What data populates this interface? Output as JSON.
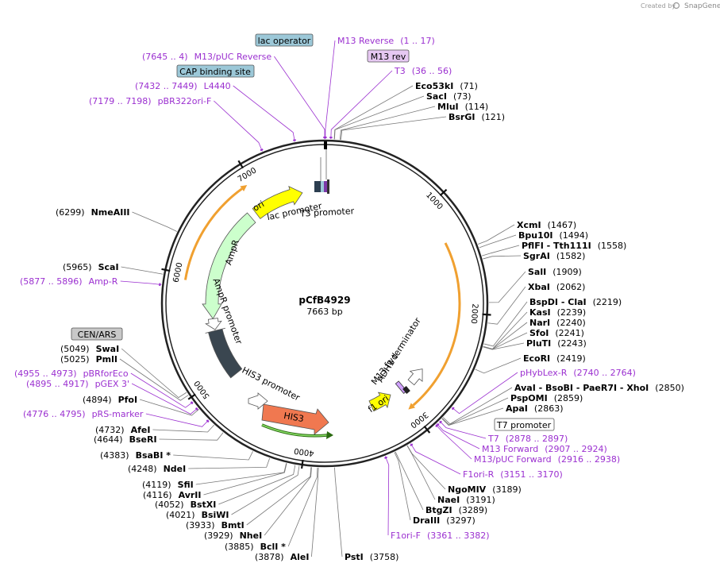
{
  "watermark": {
    "created_by": "Created by",
    "brand": "SnapGene"
  },
  "plasmid": {
    "name": "pCfB4929",
    "length": "7663 bp"
  },
  "ticks": [
    "1000",
    "2000",
    "3000",
    "4000",
    "5000",
    "6000",
    "7000"
  ],
  "boxed_labels": [
    {
      "text": "lac operator",
      "fill": "#9cc8d8"
    },
    {
      "text": "M13 rev",
      "fill": "#e6c8f2"
    },
    {
      "text": "CAP binding site",
      "fill": "#9cc8d8"
    },
    {
      "text": "CEN/ARS",
      "fill": "#c8c8c8"
    },
    {
      "text": "T7 promoter",
      "fill": "#ffffff"
    }
  ],
  "site_labels": [
    {
      "name": "M13 Reverse",
      "pos": "(1 .. 17)",
      "color": "purple"
    },
    {
      "name": "(7645 .. 4)",
      "pos": "M13/pUC Reverse",
      "color": "purple"
    },
    {
      "name": "T3",
      "pos": "(36 .. 56)",
      "color": "purple"
    },
    {
      "name": "Eco53kI",
      "pos": "(71)",
      "color": "black"
    },
    {
      "name": "(7432 .. 7449)",
      "pos": "L4440",
      "color": "purple"
    },
    {
      "name": "SacI",
      "pos": "(73)",
      "color": "black"
    },
    {
      "name": "MluI",
      "pos": "(114)",
      "color": "black"
    },
    {
      "name": "(7179 .. 7198)",
      "pos": "pBR322ori-F",
      "color": "purple"
    },
    {
      "name": "BsrGI",
      "pos": "(121)",
      "color": "black"
    },
    {
      "name": "(6299)",
      "pos": "NmeAIII",
      "color": "black"
    },
    {
      "name": "XcmI",
      "pos": "(1467)",
      "color": "black"
    },
    {
      "name": "Bpu10I",
      "pos": "(1494)",
      "color": "black"
    },
    {
      "name": "PflFI - Tth111I",
      "pos": "(1558)",
      "color": "black"
    },
    {
      "name": "SgrAI",
      "pos": "(1582)",
      "color": "black"
    },
    {
      "name": "(5965)",
      "pos": "ScaI",
      "color": "black"
    },
    {
      "name": "SalI",
      "pos": "(1909)",
      "color": "black"
    },
    {
      "name": "(5877 .. 5896)",
      "pos": "Amp-R",
      "color": "purple"
    },
    {
      "name": "XbaI",
      "pos": "(2062)",
      "color": "black"
    },
    {
      "name": "BspDI - ClaI",
      "pos": "(2219)",
      "color": "black"
    },
    {
      "name": "KasI",
      "pos": "(2239)",
      "color": "black"
    },
    {
      "name": "NarI",
      "pos": "(2240)",
      "color": "black"
    },
    {
      "name": "SfoI",
      "pos": "(2241)",
      "color": "black"
    },
    {
      "name": "PluTI",
      "pos": "(2243)",
      "color": "black"
    },
    {
      "name": "(5049)",
      "pos": "SwaI",
      "color": "black"
    },
    {
      "name": "(5025)",
      "pos": "PmlI",
      "color": "black"
    },
    {
      "name": "EcoRI",
      "pos": "(2419)",
      "color": "black"
    },
    {
      "name": "(4955 .. 4973)",
      "pos": "pBRforEco",
      "color": "purple"
    },
    {
      "name": "pHybLex-R",
      "pos": "(2740 .. 2764)",
      "color": "purple"
    },
    {
      "name": "(4895 .. 4917)",
      "pos": "pGEX 3'",
      "color": "purple"
    },
    {
      "name": "(4894)",
      "pos": "PfoI",
      "color": "black"
    },
    {
      "name": "AvaI - BsoBI - PaeR7I - XhoI",
      "pos": "(2850)",
      "color": "black"
    },
    {
      "name": "PspOMI",
      "pos": "(2859)",
      "color": "black"
    },
    {
      "name": "ApaI",
      "pos": "(2863)",
      "color": "black"
    },
    {
      "name": "(4776 .. 4795)",
      "pos": "pRS-marker",
      "color": "purple"
    },
    {
      "name": "(4732)",
      "pos": "AfeI",
      "color": "black"
    },
    {
      "name": "T7",
      "pos": "(2878 .. 2897)",
      "color": "purple"
    },
    {
      "name": "(4644)",
      "pos": "BseRI",
      "color": "black"
    },
    {
      "name": "M13 Forward",
      "pos": "(2907 .. 2924)",
      "color": "purple"
    },
    {
      "name": "(4383)",
      "pos": "BsaBI *",
      "color": "black"
    },
    {
      "name": "M13/pUC Forward",
      "pos": "(2916 .. 2938)",
      "color": "purple"
    },
    {
      "name": "(4248)",
      "pos": "NdeI",
      "color": "black"
    },
    {
      "name": "F1ori-R",
      "pos": "(3151 .. 3170)",
      "color": "purple"
    },
    {
      "name": "(4119)",
      "pos": "SfiI",
      "color": "black"
    },
    {
      "name": "(4116)",
      "pos": "AvrII",
      "color": "black"
    },
    {
      "name": "NgoMIV",
      "pos": "(3189)",
      "color": "black"
    },
    {
      "name": "(4052)",
      "pos": "BstXI",
      "color": "black"
    },
    {
      "name": "NaeI",
      "pos": "(3191)",
      "color": "black"
    },
    {
      "name": "(4021)",
      "pos": "BsiWI",
      "color": "black"
    },
    {
      "name": "BtgZI",
      "pos": "(3289)",
      "color": "black"
    },
    {
      "name": "(3933)",
      "pos": "BmtI",
      "color": "black"
    },
    {
      "name": "DraIII",
      "pos": "(3297)",
      "color": "black"
    },
    {
      "name": "(3929)",
      "pos": "NheI",
      "color": "black"
    },
    {
      "name": "(3885)",
      "pos": "BclI *",
      "color": "black"
    },
    {
      "name": "F1ori-F",
      "pos": "(3361 .. 3382)",
      "color": "purple"
    },
    {
      "name": "(3878)",
      "pos": "AleI",
      "color": "black"
    },
    {
      "name": "PstI",
      "pos": "(3758)",
      "color": "black"
    }
  ],
  "features": [
    {
      "label": "ori",
      "color": "#ffff00"
    },
    {
      "label": "AmpR",
      "color": "#ccffcc"
    },
    {
      "label": "AmpR promoter",
      "color": "#ffffff"
    },
    {
      "label": "HIS3 promoter",
      "color": "#ffffff"
    },
    {
      "label": "HIS3",
      "color": "#f07850"
    },
    {
      "label": "f1 ori",
      "color": "#ffff00"
    },
    {
      "label": "lac promoter",
      "color": "#ffffff"
    },
    {
      "label": "T3 promoter",
      "color": "#ffffff"
    },
    {
      "label": "ADH1 terminator",
      "color": "#ffffff"
    },
    {
      "label": "M13 fwd",
      "color": "#d0a0ff"
    }
  ],
  "colors": {
    "purple_label": "#9b30d0",
    "backbone": "#222222",
    "orf_arc": "#f0a030",
    "cen_ars": "#3a4650"
  }
}
